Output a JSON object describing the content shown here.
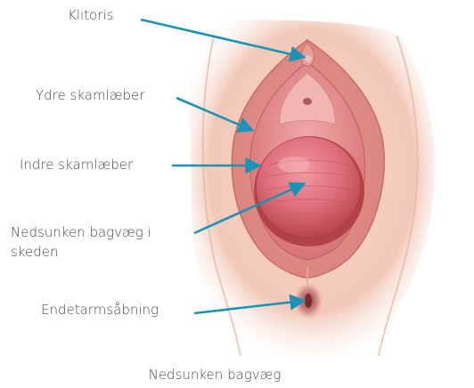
{
  "labels": {
    "klitoris": "Klitoris",
    "ydre_skamlaeber": "Ydre skamlæber",
    "indre_skamlaeber": "Indre skamlæber",
    "nedsunken_bagvaeg_line1": "Nedsunken bagvæg i",
    "nedsunken_bagvaeg_line2": "skeden",
    "endetarmsaabning": "Endetarmsåbning"
  },
  "caption": "Nedsunken bagvæg",
  "colors": {
    "arrow": "#1a93b8",
    "skin": "#f4cfc0",
    "tissue": "#e8838d",
    "bulge": "#d9616f",
    "text": "#4a4a4a"
  }
}
